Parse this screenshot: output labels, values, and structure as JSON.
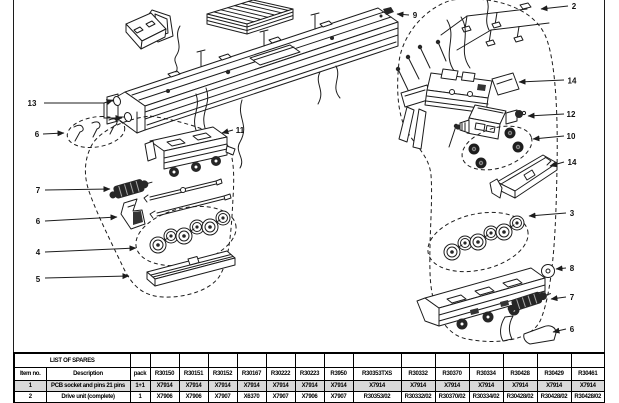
{
  "doc_type": "exploded spare-parts diagram",
  "diagram": {
    "callouts": [
      {
        "id": "13",
        "label": "13"
      },
      {
        "id": "6a",
        "label": "6"
      },
      {
        "id": "11",
        "label": "11"
      },
      {
        "id": "7a",
        "label": "7"
      },
      {
        "id": "6b",
        "label": "6"
      },
      {
        "id": "4",
        "label": "4"
      },
      {
        "id": "5",
        "label": "5"
      },
      {
        "id": "9",
        "label": "9"
      },
      {
        "id": "2",
        "label": "2"
      },
      {
        "id": "14a",
        "label": "14"
      },
      {
        "id": "12",
        "label": "12"
      },
      {
        "id": "10",
        "label": "10"
      },
      {
        "id": "14b",
        "label": "14"
      },
      {
        "id": "3",
        "label": "3"
      },
      {
        "id": "8",
        "label": "8"
      },
      {
        "id": "7b",
        "label": "7"
      },
      {
        "id": "6c",
        "label": "6"
      }
    ]
  },
  "table": {
    "title": "LIST OF SPARES",
    "item_col": "Item no.",
    "desc_col": "Description",
    "pack_col": "pack",
    "part_columns": [
      "R30150",
      "R30151",
      "R30152",
      "R30167",
      "R30222",
      "R30223",
      "R3950",
      "R30353TXS",
      "R30332",
      "R30370",
      "R30334",
      "R30428",
      "R30429",
      "R30461"
    ],
    "rows": [
      {
        "item": "1",
        "description": "PCB socket and pins 21 pins",
        "pack": "1+1",
        "values": [
          "X7914",
          "X7914",
          "X7914",
          "X7914",
          "X7914",
          "X7914",
          "X7914",
          "X7914",
          "X7914",
          "X7914",
          "X7914",
          "X7914",
          "X7914",
          "X7914"
        ]
      },
      {
        "item": "2",
        "description": "Drive unit (complete)",
        "pack": "1",
        "values": [
          "X7906",
          "X7906",
          "X7907",
          "X6370",
          "X7907",
          "X7906",
          "X7907",
          "R30353/02",
          "R30332/02",
          "R30370/02",
          "R30334/02",
          "R30428/02",
          "R30428/02",
          "R30428/02"
        ]
      }
    ]
  },
  "colors": {
    "line": "#1c1c1c",
    "row_shade": "#d9d9d9",
    "paper": "#ffffff"
  }
}
